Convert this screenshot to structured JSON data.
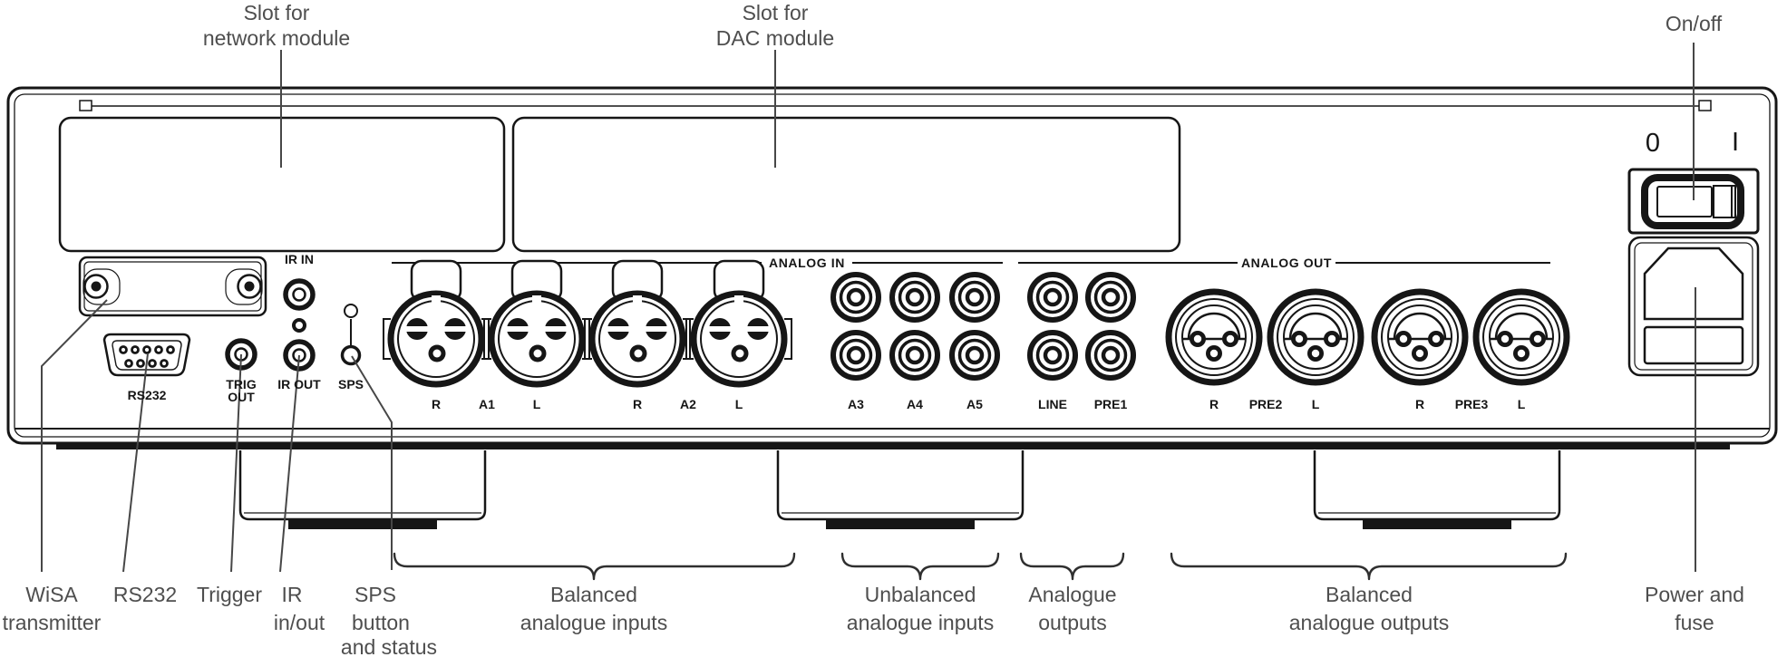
{
  "colors": {
    "background": "#ffffff",
    "line": "#161616",
    "callout_text": "#4e4e4e"
  },
  "callouts_top": [
    {
      "lines": [
        "Slot for",
        "network module"
      ]
    },
    {
      "lines": [
        "Slot for",
        "DAC module"
      ]
    },
    {
      "lines": [
        "On/off"
      ]
    }
  ],
  "power_switch": {
    "off_label": "0",
    "on_label": "I"
  },
  "section_headers": {
    "analog_in": "ANALOG IN",
    "analog_out": "ANALOG OUT"
  },
  "ports": {
    "ir_in": "IR IN",
    "trig_out": [
      "TRIG",
      "OUT"
    ],
    "ir_out": "IR OUT",
    "sps": "SPS",
    "rs232": "RS232"
  },
  "channels": {
    "balanced_inputs": [
      "R",
      "A1",
      "L",
      "R",
      "A2",
      "L"
    ],
    "unbalanced_inputs": [
      "A3",
      "A4",
      "A5"
    ],
    "analogue_outputs": [
      "LINE",
      "PRE1"
    ],
    "balanced_outputs": [
      "R",
      "PRE2",
      "L",
      "R",
      "PRE3",
      "L"
    ]
  },
  "callouts_bottom": [
    {
      "lines": [
        "WiSA",
        "transmitter"
      ]
    },
    {
      "lines": [
        "RS232"
      ]
    },
    {
      "lines": [
        "Trigger"
      ]
    },
    {
      "lines": [
        "IR",
        "in/out"
      ]
    },
    {
      "lines": [
        "SPS",
        "button",
        "and status"
      ]
    },
    {
      "lines": [
        "Balanced",
        "analogue inputs"
      ]
    },
    {
      "lines": [
        "Unbalanced",
        "analogue inputs"
      ]
    },
    {
      "lines": [
        "Analogue",
        "outputs"
      ]
    },
    {
      "lines": [
        "Balanced",
        "analogue outputs"
      ]
    },
    {
      "lines": [
        "Power and",
        "fuse"
      ]
    }
  ]
}
